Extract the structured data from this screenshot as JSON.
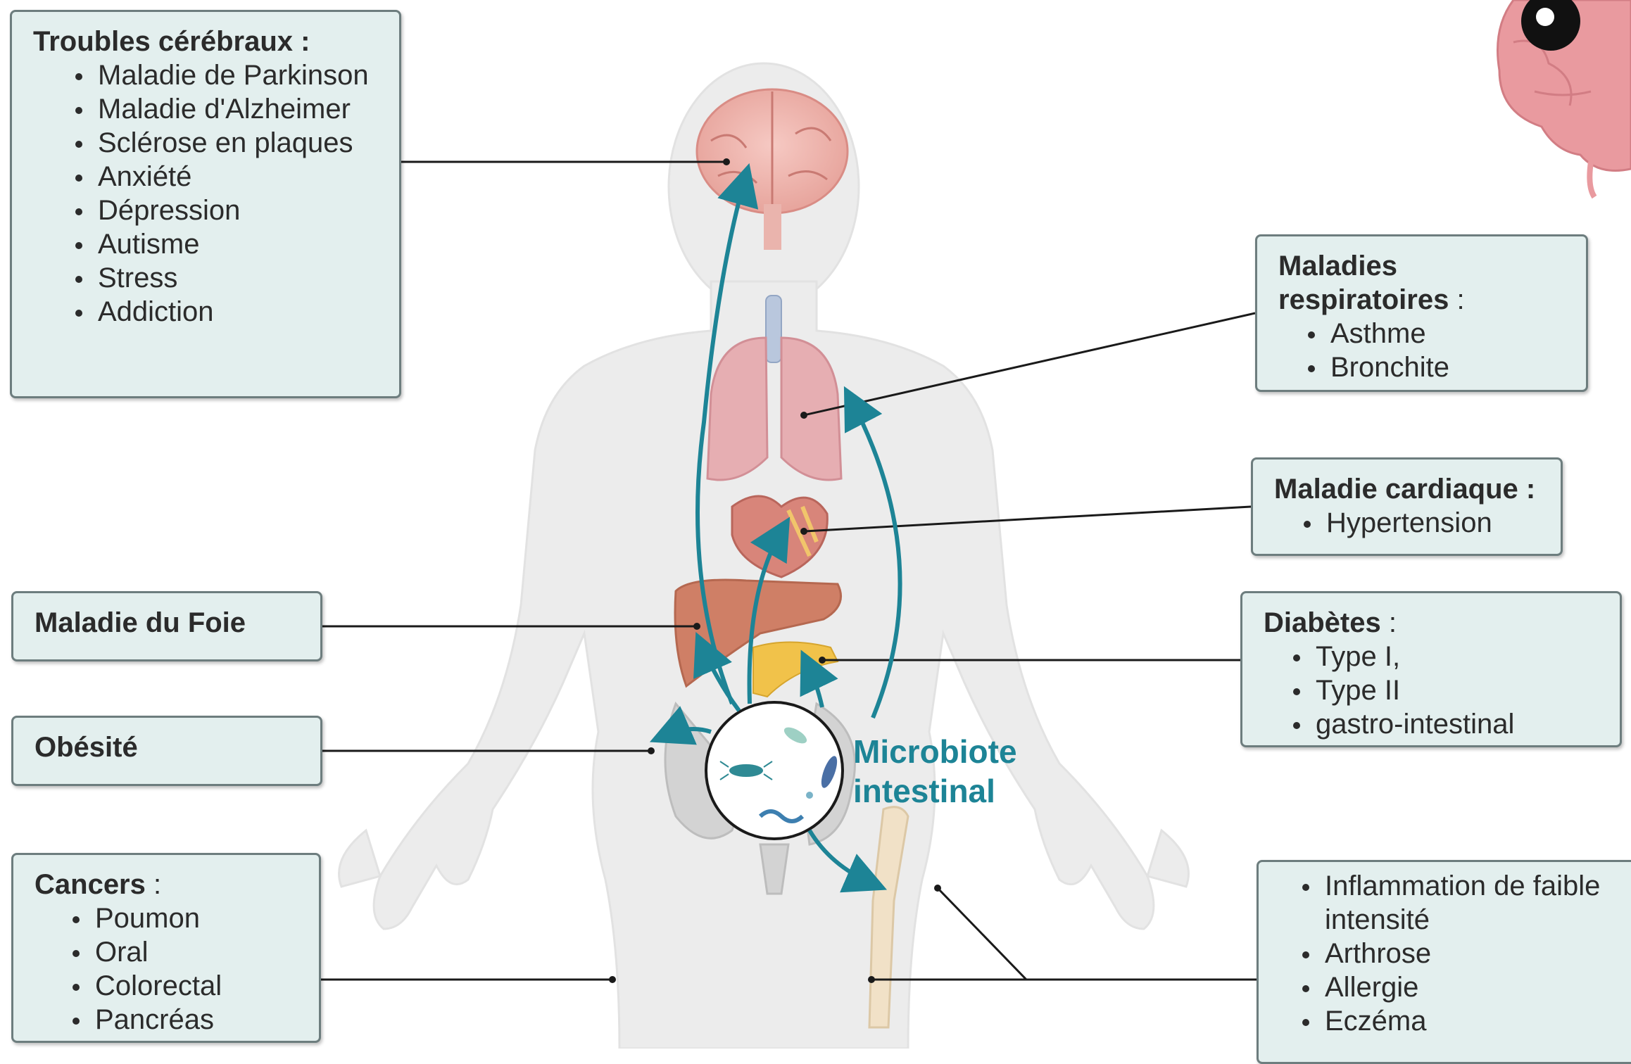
{
  "figure": {
    "microbiote_label": "Microbiote\nintestinal"
  },
  "boxes": {
    "brain": {
      "title": "Troubles cérébraux :",
      "items": [
        "Maladie de Parkinson",
        "Maladie d'Alzheimer",
        "Sclérose en plaques",
        "Anxiété",
        "Dépression",
        "Autisme",
        "Stress",
        "Addiction"
      ]
    },
    "respiratory": {
      "title": "Maladies respiratoires",
      "title_suffix": " :",
      "items": [
        "Asthme",
        "Bronchite"
      ]
    },
    "heart": {
      "title": "Maladie cardiaque :",
      "items": [
        "Hypertension"
      ]
    },
    "liver": {
      "title": "Maladie du Foie"
    },
    "diabetes": {
      "title": "Diabètes",
      "title_suffix": " :",
      "items": [
        "Type I,",
        "Type II",
        "gastro-intestinal"
      ]
    },
    "obesity": {
      "title": "Obésité"
    },
    "cancers": {
      "title": "Cancers",
      "title_suffix": " :",
      "items": [
        "Poumon",
        "Oral",
        "Colorectal",
        "Pancréas"
      ]
    },
    "inflammation": {
      "items": [
        "Inflammation de faible intensité",
        "Arthrose",
        "Allergie",
        "Eczéma"
      ]
    }
  },
  "colors": {
    "box_fill": "#e3efee",
    "box_border": "#6d7d7e",
    "arrow": "#1d8496",
    "label": "#1d8496",
    "silhouette": "#ececec"
  }
}
